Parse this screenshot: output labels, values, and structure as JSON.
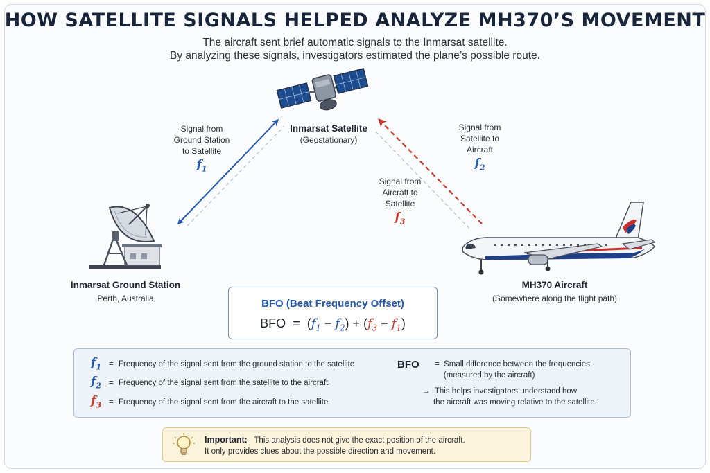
{
  "title": "HOW SATELLITE SIGNALS HELPED ANALYZE MH370’S MOVEMENT",
  "subtitle": {
    "line1": "The aircraft sent brief automatic signals to the Inmarsat satellite.",
    "line2": "By analyzing these signals, investigators estimated the plane’s possible route."
  },
  "nodes": {
    "satellite": {
      "title": "Inmarsat Satellite",
      "sub": "(Geostationary)"
    },
    "ground": {
      "title": "Inmarsat Ground Station",
      "sub": "Perth, Australia"
    },
    "aircraft": {
      "title": "MH370 Aircraft",
      "sub": "(Somewhere along the flight path)"
    }
  },
  "signals": {
    "ground_to_sat": {
      "l1": "Signal from",
      "l2": "Ground Station",
      "l3": "to Satellite",
      "sym": "f",
      "idx": "1"
    },
    "sat_to_aircraft": {
      "l1": "Signal from",
      "l2": "Satellite to",
      "l3": "Aircraft",
      "sym": "f",
      "idx": "2"
    },
    "aircraft_to_sat": {
      "l1": "Signal from",
      "l2": "Aircraft to",
      "l3": "Satellite",
      "sym": "f",
      "idx": "3"
    }
  },
  "bfo": {
    "title": "BFO (Beat Frequency Offset)",
    "lhs": "BFO",
    "eq": "=",
    "plus": "+",
    "minus": "−",
    "open": "(",
    "close": ")"
  },
  "legend": {
    "items": [
      {
        "sym": "f",
        "idx": "1",
        "eq": "=",
        "text": "Frequency of the signal sent from the ground station to the satellite"
      },
      {
        "sym": "f",
        "idx": "2",
        "eq": "=",
        "text": "Frequency of the signal sent from the satellite to the aircraft"
      },
      {
        "sym": "f",
        "idx": "3",
        "eq": "=",
        "text": "Frequency of the signal sent from the aircraft to the satellite"
      }
    ],
    "bfo_key": "BFO",
    "bfo_eq": "=",
    "bfo_desc1": "Small difference between the frequencies",
    "bfo_desc2": "(measured by the aircraft)",
    "arrow": "→",
    "arrow_text1": "This helps investigators understand how",
    "arrow_text2": "the aircraft was moving relative to the satellite."
  },
  "note": {
    "label": "Important:",
    "line1": "This analysis does not give the exact position of the aircraft.",
    "line2": "It only provides clues about the possible direction and movement."
  },
  "colors": {
    "blue": "#2459b0",
    "red": "#cc3a2c",
    "title": "#18253b"
  },
  "icons": [
    "satellite-icon",
    "ground-station-icon",
    "aircraft-icon",
    "lightbulb-icon"
  ]
}
